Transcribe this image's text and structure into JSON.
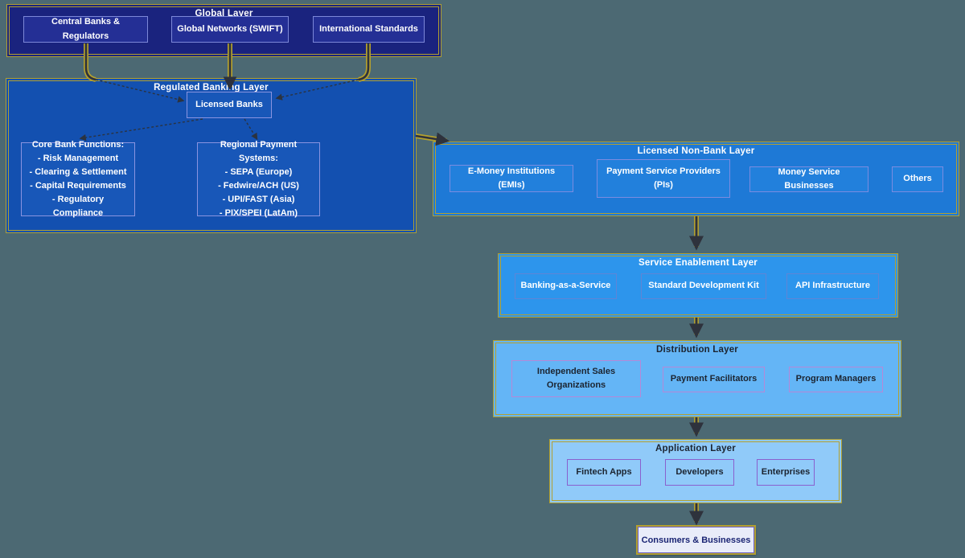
{
  "diagram": {
    "layers": [
      {
        "title": "Global Layer",
        "nodes": [
          {
            "label": "Central Banks & Regulators"
          },
          {
            "label": "Global Networks (SWIFT)"
          },
          {
            "label": "International Standards"
          }
        ]
      },
      {
        "title": "Regulated Banking Layer",
        "nodes": [
          {
            "label": "Licensed Banks"
          },
          {
            "label": "Core Bank Functions:\n- Risk Management\n- Clearing & Settlement\n- Capital Requirements\n- Regulatory Compliance"
          },
          {
            "label": "Regional Payment Systems:\n- SEPA (Europe)\n- Fedwire/ACH (US)\n- UPI/FAST (Asia)\n- PIX/SPEI (LatAm)"
          }
        ]
      },
      {
        "title": "Licensed Non-Bank Layer",
        "nodes": [
          {
            "label": "E-Money Institutions (EMIs)"
          },
          {
            "label": "Payment Service Providers\n(PIs)"
          },
          {
            "label": "Money Service Businesses"
          },
          {
            "label": "Others"
          }
        ]
      },
      {
        "title": "Service Enablement Layer",
        "nodes": [
          {
            "label": "Banking-as-a-Service"
          },
          {
            "label": "Standard Development Kit"
          },
          {
            "label": "API Infrastructure"
          }
        ]
      },
      {
        "title": "Distribution Layer",
        "nodes": [
          {
            "label": "Independent Sales\nOrganizations"
          },
          {
            "label": "Payment Facilitators"
          },
          {
            "label": "Program Managers"
          }
        ]
      },
      {
        "title": "Application Layer",
        "nodes": [
          {
            "label": "Fintech Apps"
          },
          {
            "label": "Developers"
          },
          {
            "label": "Enterprises"
          }
        ]
      }
    ],
    "terminal": {
      "label": "Consumers & Businesses"
    },
    "colors": {
      "page_background": "#4c6973",
      "layer_border_gold": "#b3a02f",
      "edge_dark": "#2e323c",
      "global_layer_fill": "#1a237e",
      "regulated_banking_fill": "#1350b0",
      "licensed_non_bank_fill": "#1e79d6",
      "service_enablement_fill": "#2d95ec",
      "distribution_fill": "#64b5f6",
      "application_fill": "#90caf9",
      "terminal_fill": "#e9ecf9"
    }
  }
}
